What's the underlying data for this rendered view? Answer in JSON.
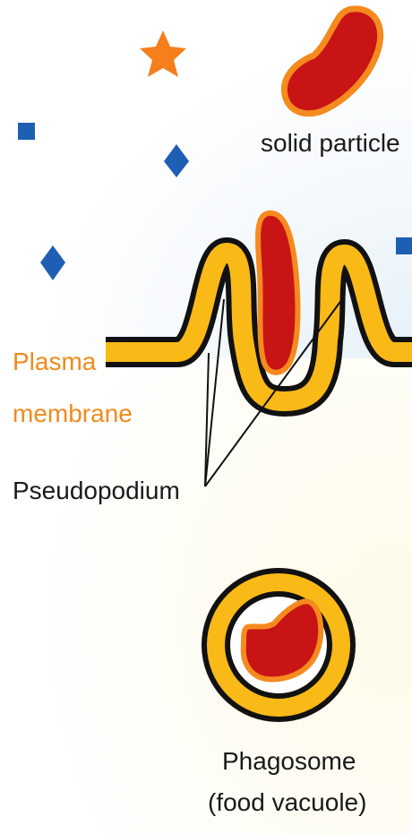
{
  "labels": {
    "solid_particle": "solid particle",
    "plasma_membrane_line1": "Plasma",
    "plasma_membrane_line2": "membrane",
    "pseudopodium": "Pseudopodium",
    "phagosome_line1": "Phagosome",
    "phagosome_line2": "(food vacuole)"
  },
  "colors": {
    "membrane_fill": "#f9b917",
    "membrane_outline": "#111111",
    "particle_fill": "#c81414",
    "particle_rim": "#f58a1e",
    "molecule_blue": "#1e5fb4",
    "star_orange": "#f47f1b",
    "cell_tint": "#fdfbe9",
    "outside_tint": "#e6f1f8",
    "label_orange": "#f08a1c",
    "label_dark": "#1a1a1a"
  },
  "icons": [
    "star-icon",
    "blue-square-icon",
    "blue-diamond-icon"
  ]
}
